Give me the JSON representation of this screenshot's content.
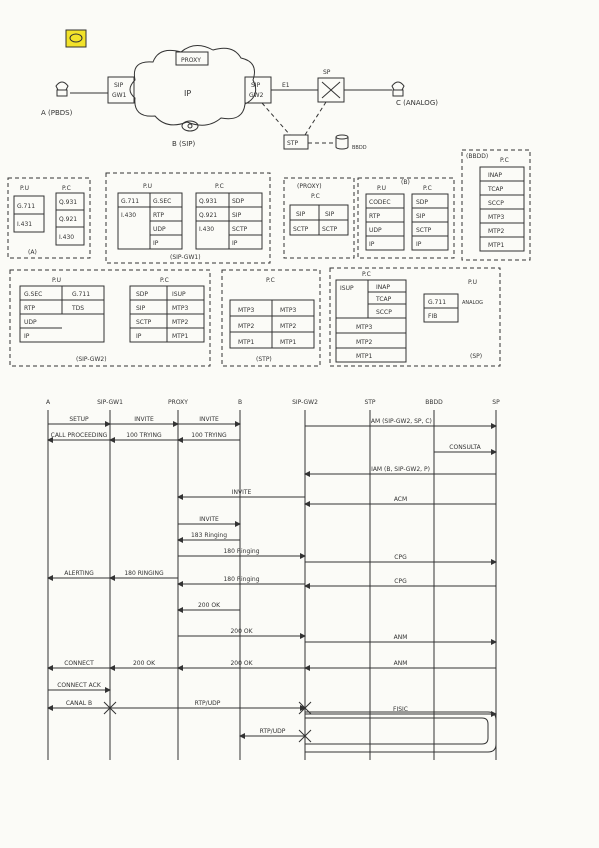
{
  "top": {
    "nodeA": "A (PBDS)",
    "nodeB": "B (SIP)",
    "nodeC": "C (ANALOG)",
    "gw1a": "SIP",
    "gw1b": "GW1",
    "cloud": "IP",
    "proxy": "PROXY",
    "gw2a": "SIP",
    "gw2b": "GW2",
    "link1": "E1",
    "sp": "SP",
    "stp": "STP",
    "bbdd": "BBDD"
  },
  "stacks": {
    "a_title": "(A)",
    "a_pu": "P.U",
    "a_pc": "P.C",
    "a_pu_rows": [
      "G.711",
      "I.431"
    ],
    "a_pc_rows": [
      "Q.931",
      "Q.921",
      "I.430"
    ],
    "gw1_title": "(SIP-GW1)",
    "gw1_pu": "P.U",
    "gw1_pc": "P.C",
    "gw1_pu_l": [
      "G.711",
      "I.430"
    ],
    "gw1_pu_r": [
      "G.SEC",
      "RTP",
      "UDP",
      "IP"
    ],
    "gw1_pc_l": [
      "Q.931",
      "Q.921",
      "I.430"
    ],
    "gw1_pc_r": [
      "SDP",
      "SIP",
      "SCTP",
      "IP"
    ],
    "proxy_title": "(PROXY)",
    "proxy_pc": "P.C",
    "proxy_l": [
      "SIP",
      "SCTP"
    ],
    "proxy_r": [
      "SIP",
      "SCTP"
    ],
    "b_title": "(B)",
    "b_pu": "P.U",
    "b_pc": "P.C",
    "b_pu_rows": [
      "CODEC",
      "RTP",
      "UDP",
      "IP"
    ],
    "b_pc_rows": [
      "SDP",
      "SIP",
      "SCTP",
      "IP"
    ],
    "bbdd_title": "(BBDD)",
    "bbdd_pc": "P.C",
    "bbdd_rows": [
      "INAP",
      "TCAP",
      "SCCP",
      "MTP3",
      "MTP2",
      "MTP1"
    ],
    "gw2_title": "(SIP-GW2)",
    "gw2_pu": "P.U",
    "gw2_pc": "P.C",
    "gw2_pu_rows": [
      "G.SEC",
      "RTP",
      "UDP",
      "IP"
    ],
    "gw2_pu_r": [
      "G.711",
      "TDS"
    ],
    "gw2_pc_l": [
      "SDP",
      "SIP",
      "SCTP",
      "IP"
    ],
    "gw2_pc_r": [
      "ISUP",
      "MTP3",
      "MTP2",
      "MTP1"
    ],
    "stp_title": "(STP)",
    "stp_pc": "P.C",
    "stp_l": [
      "MTP3",
      "MTP2",
      "MTP1"
    ],
    "stp_r": [
      "MTP3",
      "MTP2",
      "MTP1"
    ],
    "sp_title": "(SP)",
    "sp_pc": "P.C",
    "sp_pu": "P.U",
    "sp_isup": "ISUP",
    "sp_rows": [
      "INAP",
      "TCAP",
      "SCCP"
    ],
    "sp_mtp": [
      "MTP3",
      "MTP2",
      "MTP1"
    ],
    "sp_pu_rows": [
      "G.711",
      "FIB"
    ],
    "sp_analog": "ANALOG"
  },
  "seq": {
    "actors": [
      "A",
      "SIP-GW1",
      "PROXY",
      "B",
      "SIP-GW2",
      "STP",
      "BBDD",
      "SP"
    ],
    "messages": [
      {
        "label": "SETUP"
      },
      {
        "label": "INVITE"
      },
      {
        "label": "INVITE"
      },
      {
        "label": "IAM (SIP-GW2, SP, C)"
      },
      {
        "label": "CALL PROCEEDING"
      },
      {
        "label": "100 TRYING"
      },
      {
        "label": "100 TRYING"
      },
      {
        "label": "CONSULTA"
      },
      {
        "label": "IAM (B, SIP-GW2, P)"
      },
      {
        "label": "INVITE"
      },
      {
        "label": "ACM"
      },
      {
        "label": "INVITE"
      },
      {
        "label": "183 Ringing"
      },
      {
        "label": "180 Ringing"
      },
      {
        "label": "CPG"
      },
      {
        "label": "ALERTING"
      },
      {
        "label": "180 RINGING"
      },
      {
        "label": "180 Ringing"
      },
      {
        "label": "CPG"
      },
      {
        "label": "200 OK"
      },
      {
        "label": "200 OK"
      },
      {
        "label": "ANM"
      },
      {
        "label": "CONNECT"
      },
      {
        "label": "200 OK"
      },
      {
        "label": "200 OK"
      },
      {
        "label": "ANM"
      },
      {
        "label": "CONNECT ACK"
      },
      {
        "label": "CANAL B"
      },
      {
        "label": "RTP/UDP"
      },
      {
        "label": "FISIC"
      },
      {
        "label": "RTP/UDP"
      }
    ]
  }
}
